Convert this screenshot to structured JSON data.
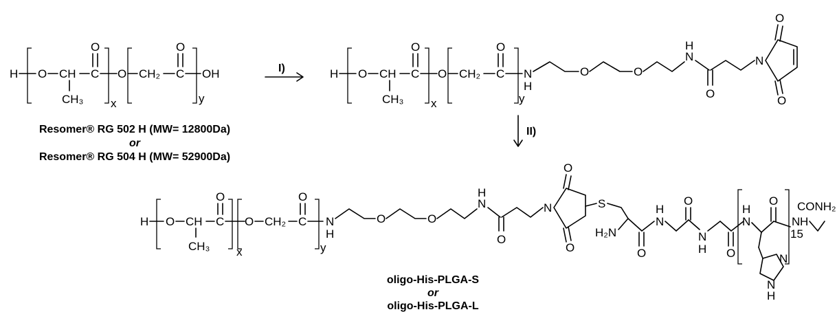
{
  "reactions": {
    "step1": "I)",
    "step2": "II)"
  },
  "starting_material": {
    "name_a": "Resomer® RG 502 H (MW= 12800Da)",
    "conjunction": "or",
    "name_b": "Resomer® RG 504 H (MW= 52900Da)"
  },
  "product": {
    "name_a": "oligo-His-PLGA-S",
    "conjunction": "or",
    "name_b": "oligo-His-PLGA-L"
  },
  "atoms": {
    "H": "H",
    "O": "O",
    "N": "N",
    "S": "S",
    "CH": "CH",
    "C": "C",
    "CH2": "CH₂",
    "CH3": "CH₃",
    "OH": "OH",
    "H2N": "H₂N",
    "CONH2": "CONH₂",
    "x": "x",
    "y": "y",
    "n15": "15"
  }
}
